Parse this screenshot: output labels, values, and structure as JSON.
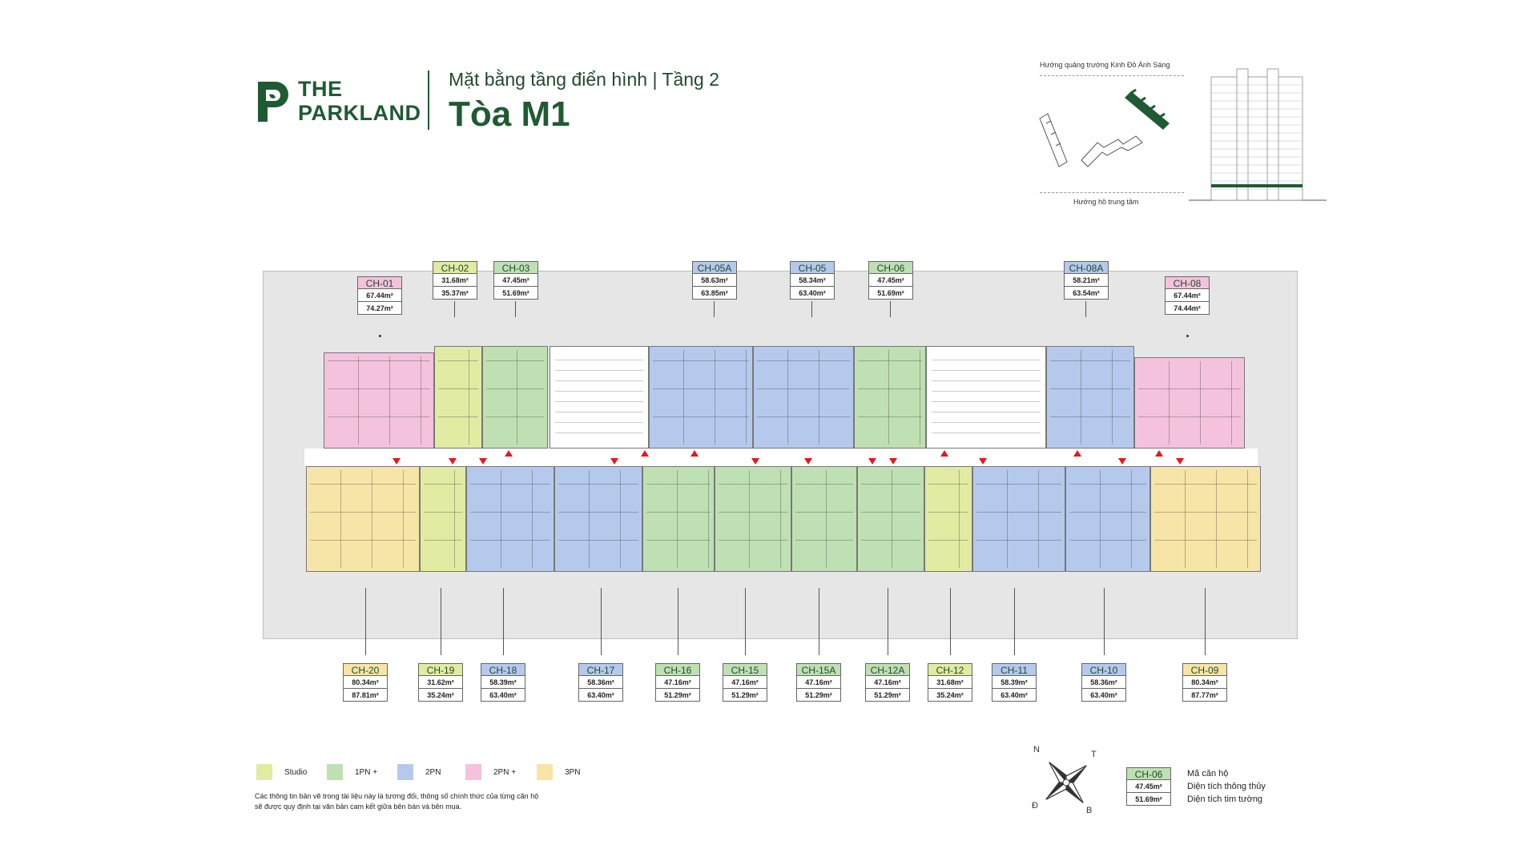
{
  "brand": {
    "line1": "THE",
    "line2": "PARKLAND"
  },
  "header": {
    "subtitle": "Mặt bằng tầng điển hình | Tầng 2",
    "title": "Tòa M1"
  },
  "site_map": {
    "top_label": "Hướng quảng trường Kinh Đô Ánh Sáng",
    "bottom_label": "Hướng hồ trung tâm"
  },
  "units_top": [
    {
      "code": "CH-01",
      "a1": "67.44m²",
      "a2": "74.27m²",
      "type": "p2p"
    },
    {
      "code": "CH-02",
      "a1": "31.68m²",
      "a2": "35.37m²",
      "type": "studio"
    },
    {
      "code": "CH-03",
      "a1": "47.45m²",
      "a2": "51.69m²",
      "type": "p1"
    },
    {
      "code": "CH-05A",
      "a1": "58.63m²",
      "a2": "63.85m²",
      "type": "p2"
    },
    {
      "code": "CH-05",
      "a1": "58.34m²",
      "a2": "63.40m²",
      "type": "p2"
    },
    {
      "code": "CH-06",
      "a1": "47.45m²",
      "a2": "51.69m²",
      "type": "p1"
    },
    {
      "code": "CH-08A",
      "a1": "58.21m²",
      "a2": "63.54m²",
      "type": "p2"
    },
    {
      "code": "CH-08",
      "a1": "67.44m²",
      "a2": "74.44m²",
      "type": "p2p"
    }
  ],
  "units_bottom": [
    {
      "code": "CH-20",
      "a1": "80.34m²",
      "a2": "87.81m²",
      "type": "p3"
    },
    {
      "code": "CH-19",
      "a1": "31.62m²",
      "a2": "35.24m²",
      "type": "studio"
    },
    {
      "code": "CH-18",
      "a1": "58.39m²",
      "a2": "63.40m²",
      "type": "p2"
    },
    {
      "code": "CH-17",
      "a1": "58.36m²",
      "a2": "63.40m²",
      "type": "p2"
    },
    {
      "code": "CH-16",
      "a1": "47.16m²",
      "a2": "51.29m²",
      "type": "p1"
    },
    {
      "code": "CH-15",
      "a1": "47.16m²",
      "a2": "51.29m²",
      "type": "p1"
    },
    {
      "code": "CH-15A",
      "a1": "47.16m²",
      "a2": "51.29m²",
      "type": "p1"
    },
    {
      "code": "CH-12A",
      "a1": "47.16m²",
      "a2": "51.29m²",
      "type": "p1"
    },
    {
      "code": "CH-12",
      "a1": "31.68m²",
      "a2": "35.24m²",
      "type": "studio"
    },
    {
      "code": "CH-11",
      "a1": "58.39m²",
      "a2": "63.40m²",
      "type": "p2"
    },
    {
      "code": "CH-10",
      "a1": "58.36m²",
      "a2": "63.40m²",
      "type": "p2"
    },
    {
      "code": "CH-09",
      "a1": "80.34m²",
      "a2": "87.77m²",
      "type": "p3"
    }
  ],
  "legend": [
    {
      "label": "Studio",
      "color": "#e1eba2"
    },
    {
      "label": "1PN +",
      "color": "#bfe0b3"
    },
    {
      "label": "2PN",
      "color": "#b5c9ec"
    },
    {
      "label": "2PN +",
      "color": "#f4c2dc"
    },
    {
      "label": "3PN",
      "color": "#f6e5a6"
    }
  ],
  "note": {
    "line1": "Các thông tin bản vẽ trong tài liệu này là tương đối, thông số chính thức của từng căn hộ",
    "line2": "sẽ được quy định tại văn bản cam kết giữa bên bán và bên mua."
  },
  "compass": {
    "n": "N",
    "t": "T",
    "d": "Đ",
    "b": "B"
  },
  "key": {
    "code": "CH-06",
    "a1": "47.45m²",
    "a2": "51.69m²",
    "code_label": "Mã căn hộ",
    "a1_label": "Diện tích thông thủy",
    "a2_label": "Diện tích tim tường"
  },
  "colors": {
    "studio": "#e1eba2",
    "p1": "#bfe0b3",
    "p2": "#b5c9ec",
    "p2p": "#f4c2dc",
    "p3": "#f6e5a6",
    "brand": "#1f5a33",
    "entrance": "#e01b1b"
  }
}
